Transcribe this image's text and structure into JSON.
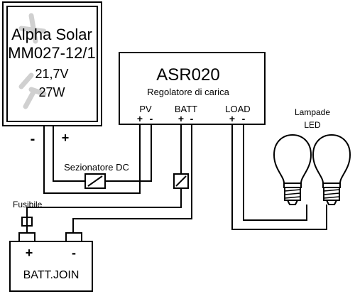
{
  "panel": {
    "line1": "Alpha Solar",
    "line2": "MM027-12/1",
    "voltage": "21,7V",
    "power": "27W",
    "minus": "-",
    "plus": "+"
  },
  "controller": {
    "model": "ASR020",
    "subtitle": "Regolatore di carica",
    "pv_label": "PV",
    "batt_label": "BATT",
    "load_label": "LOAD",
    "plus": "+",
    "minus": "-"
  },
  "disconnector": {
    "label": "Sezionatore DC"
  },
  "fuse": {
    "label": "Fusibile"
  },
  "battery": {
    "name": "BATT.JOIN",
    "plus": "+",
    "minus": "-"
  },
  "lamps": {
    "line1": "Lampade",
    "line2": "LED"
  },
  "colors": {
    "ink": "#000000",
    "background": "#ffffff",
    "panel_sun": "#d0d0d0"
  }
}
